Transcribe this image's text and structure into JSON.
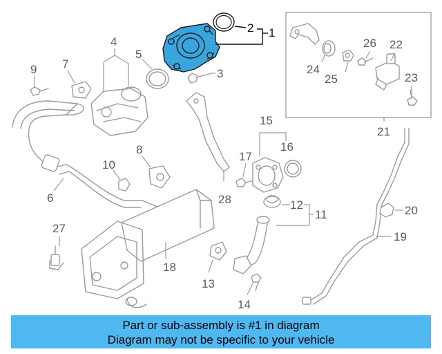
{
  "callouts": {
    "c1": "1",
    "c2": "2",
    "c3": "3",
    "c4": "4",
    "c5": "5",
    "c6": "6",
    "c7": "7",
    "c8": "8",
    "c9": "9",
    "c10": "10",
    "c11": "11",
    "c12": "12",
    "c13": "13",
    "c14": "14",
    "c15": "15",
    "c16": "16",
    "c17": "17",
    "c18": "18",
    "c19": "19",
    "c20": "20",
    "c21": "21",
    "c22": "22",
    "c23": "23",
    "c24": "24",
    "c25": "25",
    "c26": "26",
    "c27": "27",
    "c28": "28"
  },
  "highlighted_part": "1",
  "colors": {
    "highlight": "#3aa5dc",
    "banner": "#4fb8f0",
    "line": "#9a9a9a"
  },
  "banner": {
    "line1": "Part or sub-assembly is #1 in diagram",
    "line2": "Diagram may not be specific to your vehicle"
  }
}
